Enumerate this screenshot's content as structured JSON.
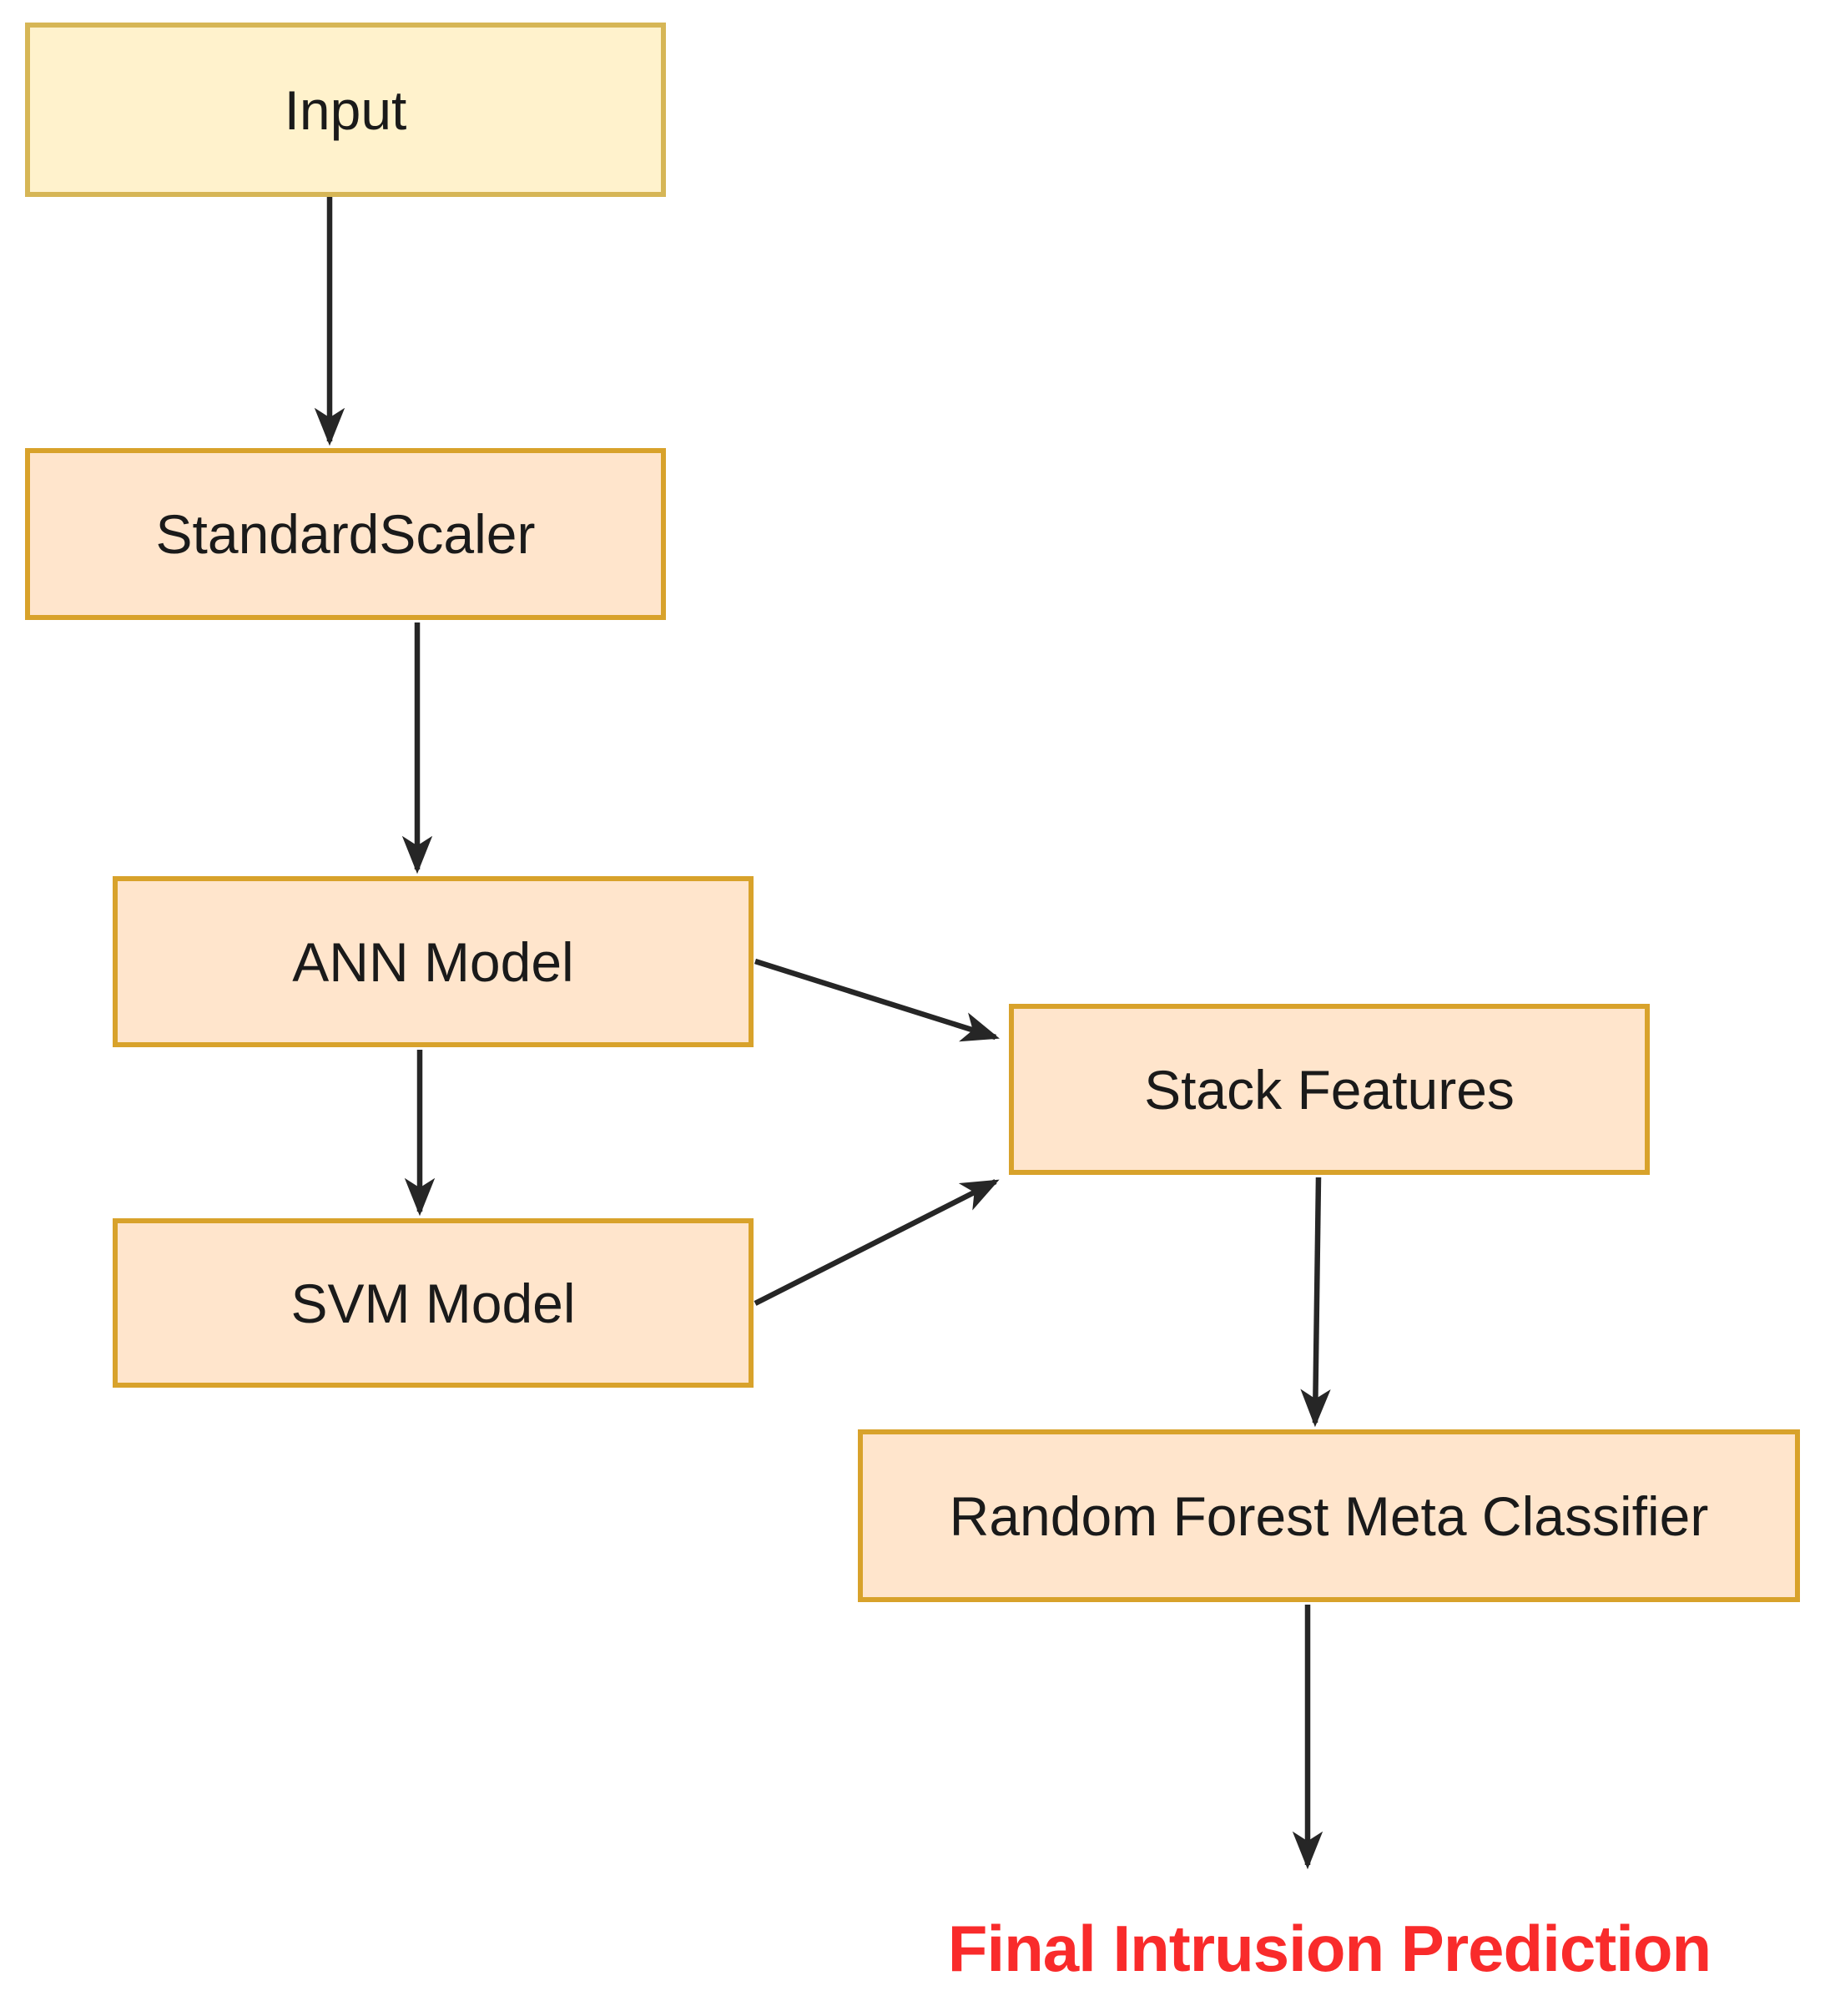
{
  "diagram": {
    "type": "flowchart",
    "background": "#FFFFFF",
    "nodes": [
      {
        "id": "input",
        "label": "Input",
        "style": "input"
      },
      {
        "id": "standard-scaler",
        "label": "StandardScaler",
        "style": "process"
      },
      {
        "id": "ann-model",
        "label": "ANN Model",
        "style": "process"
      },
      {
        "id": "svm-model",
        "label": "SVM Model",
        "style": "process"
      },
      {
        "id": "stack-features",
        "label": "Stack Features",
        "style": "process"
      },
      {
        "id": "random-forest-meta-classifier",
        "label": "Random Forest Meta Classifier",
        "style": "process"
      }
    ],
    "edges": [
      {
        "from": "input",
        "to": "standard-scaler"
      },
      {
        "from": "standard-scaler",
        "to": "ann-model"
      },
      {
        "from": "ann-model",
        "to": "svm-model"
      },
      {
        "from": "ann-model",
        "to": "stack-features"
      },
      {
        "from": "svm-model",
        "to": "stack-features"
      },
      {
        "from": "stack-features",
        "to": "random-forest-meta-classifier"
      },
      {
        "from": "random-forest-meta-classifier",
        "to": "final-intrusion-prediction"
      }
    ],
    "final_output": {
      "text": "Final Intrusion Prediction",
      "color": "#F92B2B"
    },
    "colors": {
      "input_fill": "#FFF2CC",
      "input_border": "#D6B656",
      "process_fill": "#FFE5CC",
      "process_border": "#D8A22B",
      "arrow": "#262626",
      "label_text": "#1A1A1A"
    }
  }
}
